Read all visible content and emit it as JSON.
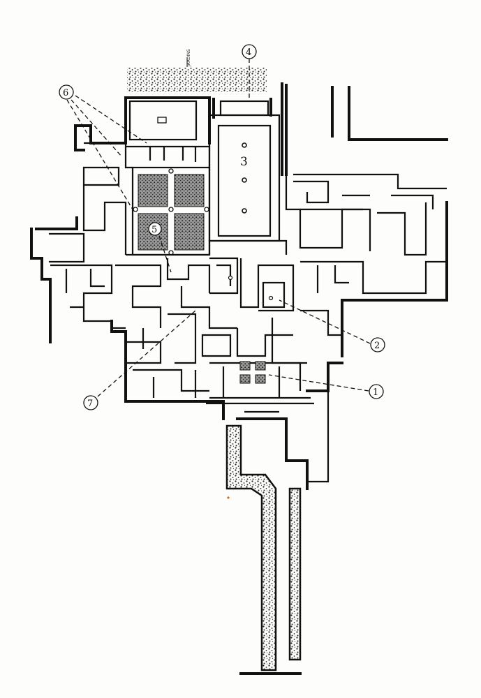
{
  "plan": {
    "top_label": "JARDINS",
    "room_label": "3",
    "callouts": [
      {
        "id": "c1",
        "label": "1"
      },
      {
        "id": "c2",
        "label": "2"
      },
      {
        "id": "c4",
        "label": "4"
      },
      {
        "id": "c5",
        "label": "5"
      },
      {
        "id": "c6",
        "label": "6"
      },
      {
        "id": "c7",
        "label": "7"
      }
    ]
  },
  "colors": {
    "ink": "#111111",
    "paper": "#fdfdfb",
    "garden_fill": "#8a8a8a"
  }
}
